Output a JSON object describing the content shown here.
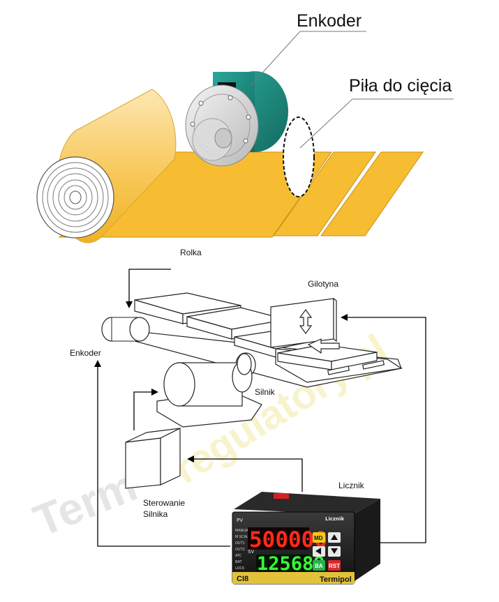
{
  "top_labels": {
    "encoder": "Enkoder",
    "saw": "Piła do cięcia"
  },
  "bottom_labels": {
    "roll": "Rolka",
    "guillotine": "Gilotyna",
    "encoder": "Enkoder",
    "motor": "Silnik",
    "motor_control_line1": "Sterowanie",
    "motor_control_line2": "Silnika",
    "counter": "Licznik"
  },
  "device": {
    "title": "Licznik",
    "pv_label": "PV",
    "sv_label": "SV",
    "pv_value": "500000",
    "sv_value": "125689",
    "md_button": "MD",
    "ba_button": "BA",
    "rst_button": "RST",
    "model": "CI8",
    "brand": "Termipol",
    "indicators": [
      "MANUAL",
      "M.SCAL",
      "OUT1",
      "OUT2",
      "ATC",
      "BAT",
      "LOCK"
    ]
  },
  "watermark": {
    "text_left": "Term",
    "text_right": "regulatory.pl"
  },
  "colors": {
    "material": "#f7bd32",
    "encoder_teal": "#1d8a7e",
    "red_display": "#ff2a1a",
    "green_display": "#33ff33",
    "arrow_line": "#000000"
  }
}
